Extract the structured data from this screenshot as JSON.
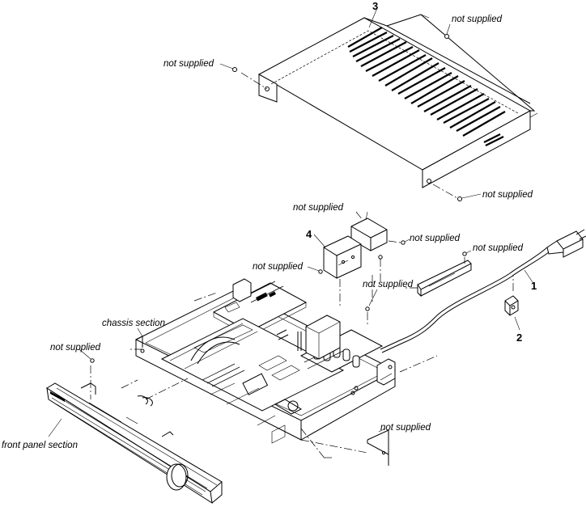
{
  "diagram": {
    "part_numbers": {
      "p1": "1",
      "p2": "2",
      "p3": "3",
      "p4": "4"
    },
    "labels": {
      "not_supplied_top_right": "not supplied",
      "not_supplied_top_left": "not supplied",
      "not_supplied_cover_bottom": "not supplied",
      "not_supplied_module_top": "not supplied",
      "not_supplied_bracket_right": "not supplied",
      "not_supplied_rail": "not supplied",
      "not_supplied_board_left": "not supplied",
      "not_supplied_chassis_center": "not supplied",
      "not_supplied_front_left": "not supplied",
      "not_supplied_bottom_right": "not supplied",
      "chassis_section": "chassis section",
      "front_panel_section": "front panel section"
    }
  }
}
